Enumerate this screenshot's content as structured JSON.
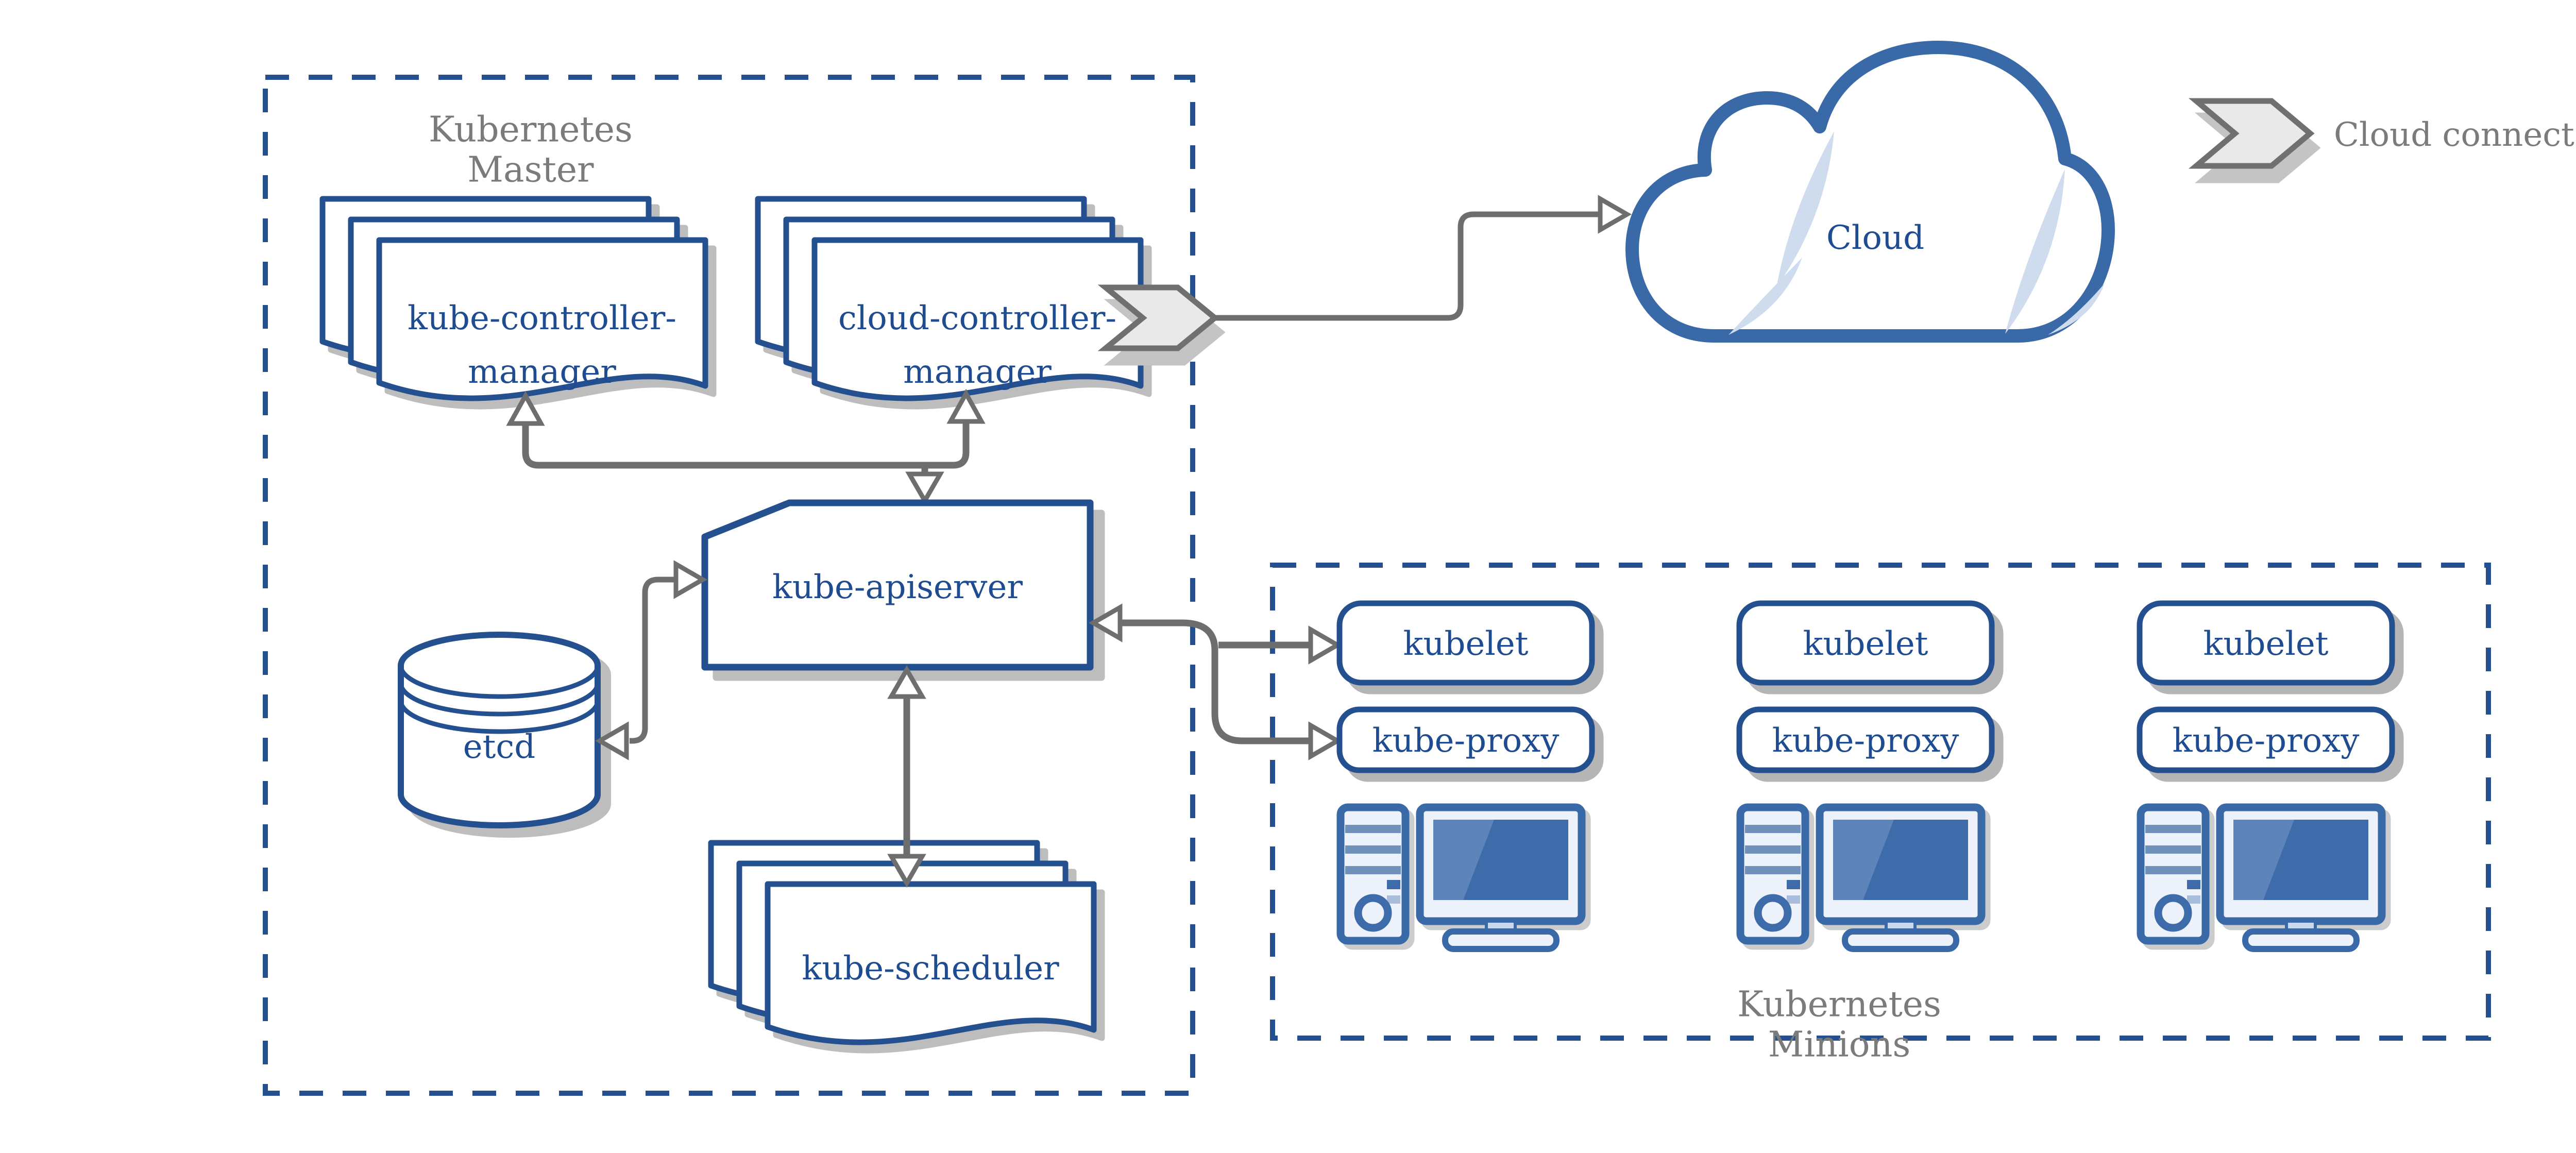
{
  "palette": {
    "node_border_blue": "#24508F",
    "text_blue": "#1F4C90",
    "icon_blue": "#3A69A8",
    "screen_blue": "#3E6CAB",
    "stripe_blue": "#7191BD",
    "pale_blue_fill": "#EDF2FA",
    "crescent_blue": "#CFDCEE",
    "gray_text": "#7B7B7B",
    "arrow_gray": "#6E6E6E",
    "chevron_fill": "#E9E9E9",
    "shadow_gray": "#BDBDBD"
  },
  "master": {
    "title_line1": "Kubernetes",
    "title_line2": "Master"
  },
  "nodes": {
    "kube_controller_manager": {
      "line1": "kube-controller-",
      "line2": "manager"
    },
    "cloud_controller_manager": {
      "line1": "cloud-controller-",
      "line2": "manager"
    },
    "kube_apiserver": {
      "label": "kube-apiserver"
    },
    "etcd": {
      "label": "etcd"
    },
    "kube_scheduler": {
      "label": "kube-scheduler"
    }
  },
  "cloud": {
    "label": "Cloud"
  },
  "legend": {
    "label": "Cloud connector"
  },
  "minions": {
    "title_line1": "Kubernetes",
    "title_line2": "Minions",
    "columns": [
      {
        "kubelet": "kubelet",
        "kube_proxy": "kube-proxy"
      },
      {
        "kubelet": "kubelet",
        "kube_proxy": "kube-proxy"
      },
      {
        "kubelet": "kubelet",
        "kube_proxy": "kube-proxy"
      }
    ]
  }
}
